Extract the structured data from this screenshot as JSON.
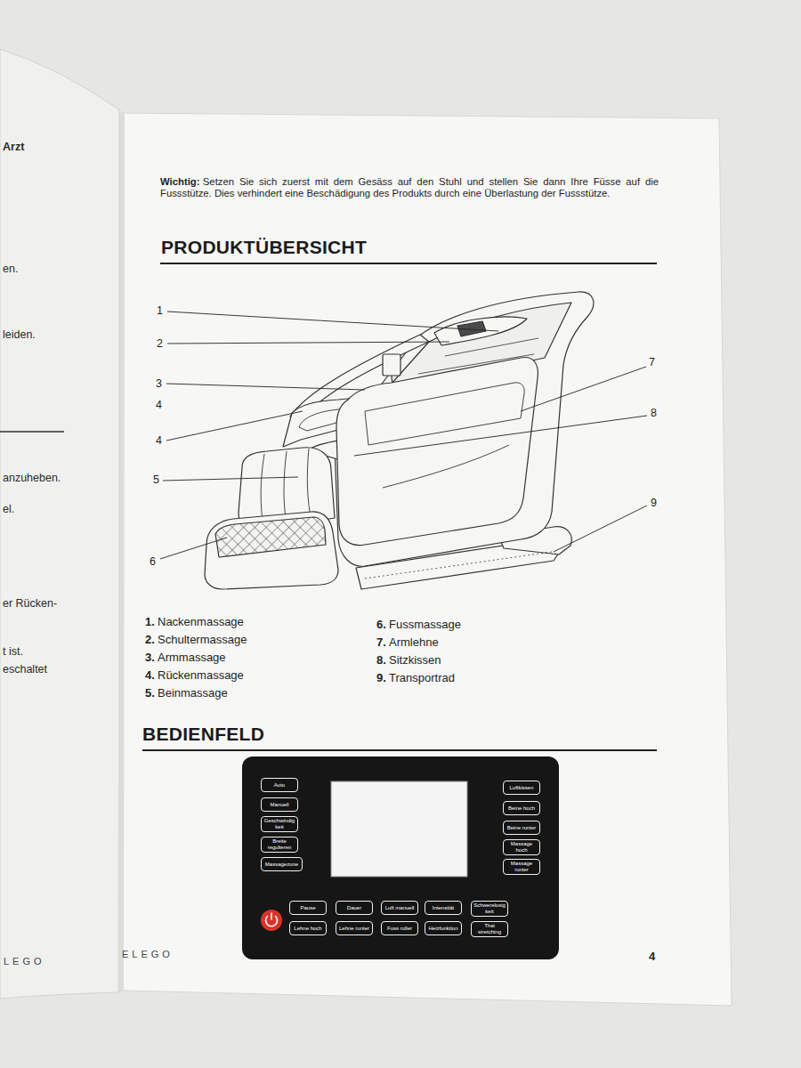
{
  "diagram": {
    "title": "PRODUKTÜBERSICHT",
    "nodes": [
      {
        "text": [
          "Auto"
        ]
      },
      {
        "text": [
          "Manuell"
        ]
      },
      {
        "text": [
          "Geschwindig keit"
        ]
      },
      {
        "text": [
          "Breite regulieren"
        ]
      },
      {
        "text": [
          "Massagezone"
        ]
      },
      {
        "text": [
          "Luftkissen"
        ]
      },
      {
        "text": [
          "Beine hoch"
        ]
      },
      {
        "text": [
          "Beine runter"
        ]
      },
      {
        "text": [
          "Massage hoch"
        ]
      },
      {
        "text": [
          "Massage runter"
        ]
      },
      {
        "text": [
          "Pause"
        ]
      },
      {
        "text": [
          "Dauer"
        ]
      },
      {
        "text": [
          "Luft manuell"
        ]
      },
      {
        "text": [
          "Intensität"
        ]
      },
      {
        "text": [
          "Schwerelosig keit"
        ]
      },
      {
        "text": [
          "Lehne hoch"
        ]
      },
      {
        "text": [
          "Lehne runter"
        ]
      },
      {
        "text": [
          "Fuss roller"
        ]
      },
      {
        "text": [
          "Heizfunktion"
        ]
      },
      {
        "text": [
          "Thai stretching"
        ]
      }
    ],
    "labels": [
      "Arzt",
      "en.",
      "leiden.",
      "anzuheben.",
      "el.",
      "er Rücken-",
      "t ist.",
      "eschaltet",
      "LEGO",
      "Wichtig:",
      "Setzen Sie sich zuerst mit dem Gesäss auf den Stuhl und stellen Sie dann Ihre Füsse auf die Fussstütze. Dies verhindert eine Beschädigung des Produkts durch eine Überlastung der Fussstütze.",
      "1",
      "2",
      "3",
      "4",
      "4",
      "5",
      "6",
      "7",
      "8",
      "9",
      "1.",
      "Nackenmassage",
      "2.",
      "Schultermassage",
      "3.",
      "Armmassage",
      "4.",
      "Rückenmassage",
      "5.",
      "Beinmassage",
      "6.",
      "Fussmassage",
      "7.",
      "Armlehne",
      "8.",
      "Sitzkissen",
      "9.",
      "Transportrad",
      "BEDIENFELD",
      "ELEGO",
      "4"
    ]
  }
}
